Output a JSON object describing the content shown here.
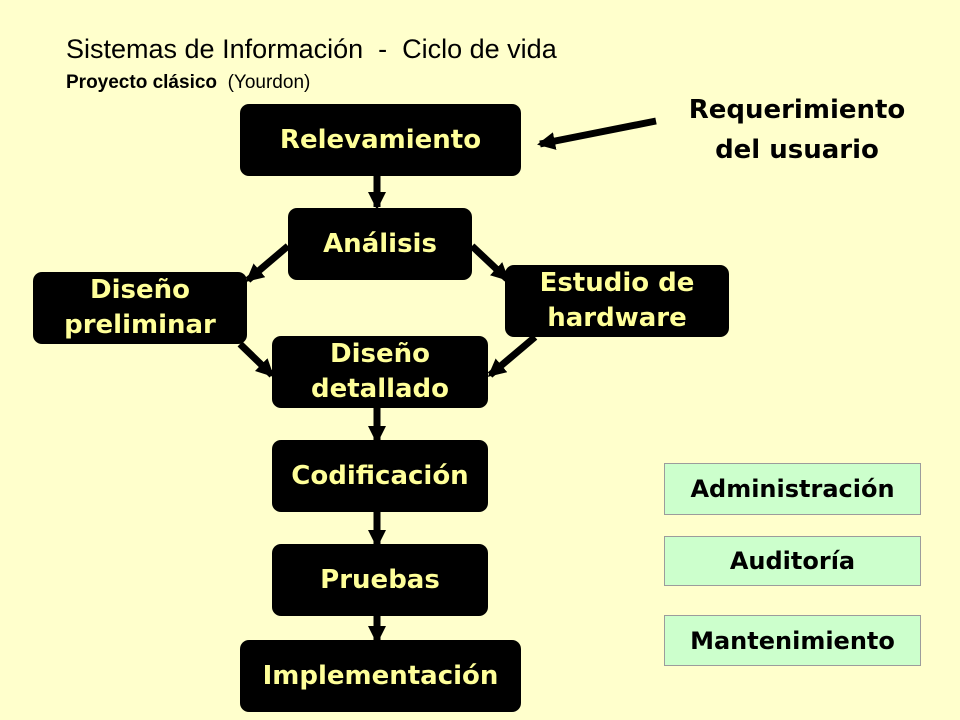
{
  "header": {
    "title": "Sistemas de Información  -  Ciclo de vida",
    "subtitle_bold": "Proyecto clásico",
    "subtitle_normal": "  (Yourdon)"
  },
  "requirement": {
    "line1": "Requerimiento",
    "line2": "del usuario"
  },
  "nodes": {
    "relevamiento": [
      "Relevamiento"
    ],
    "analisis": [
      "Análisis"
    ],
    "diseno_preliminar": [
      "Diseño",
      "preliminar"
    ],
    "estudio_hardware": [
      "Estudio de",
      "hardware"
    ],
    "diseno_detallado": [
      "Diseño",
      "detallado"
    ],
    "codificacion": [
      "Codificación"
    ],
    "pruebas": [
      "Pruebas"
    ],
    "implementacion": [
      "Implementación"
    ]
  },
  "side_boxes": [
    "Administración",
    "Auditoría",
    "Mantenimiento"
  ],
  "colors": {
    "background": "#FFFFCC",
    "node_fill": "#000000",
    "node_text": "#FFFF99",
    "side_fill": "#CCFFCC"
  }
}
